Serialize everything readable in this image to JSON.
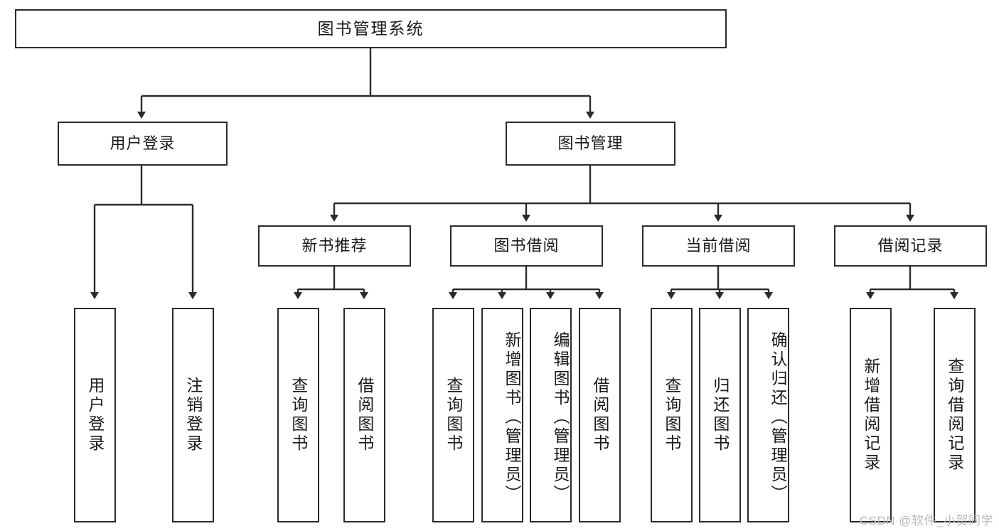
{
  "diagram": {
    "title": "图书管理系统",
    "watermark": "CSDN @软件_小贺同学",
    "colors": {
      "box_border": "#2b2b2b",
      "box_fill": "#ffffff",
      "edge": "#2b2b2b",
      "text": "#1a1a1a",
      "watermark": "#b9b9b9",
      "background": "#ffffff"
    },
    "root": {
      "label": "图书管理系统"
    },
    "level2": [
      {
        "label": "用户登录"
      },
      {
        "label": "图书管理"
      }
    ],
    "level3": [
      {
        "label": "新书推荐"
      },
      {
        "label": "图书借阅"
      },
      {
        "label": "当前借阅"
      },
      {
        "label": "借阅记录"
      }
    ],
    "leaves": {
      "user_login": [
        {
          "label": "用户登录"
        },
        {
          "label": "注销登录"
        }
      ],
      "new_book_recommend": [
        {
          "label": "查询图书"
        },
        {
          "label": "借阅图书"
        }
      ],
      "book_borrow": [
        {
          "label": "查询图书"
        },
        {
          "label": "新增图书（管理员）"
        },
        {
          "label": "编辑图书（管理员）"
        },
        {
          "label": "借阅图书"
        }
      ],
      "current_borrow": [
        {
          "label": "查询图书"
        },
        {
          "label": "归还图书"
        },
        {
          "label": "确认归还（管理员）"
        }
      ],
      "borrow_record": [
        {
          "label": "新增借阅记录"
        },
        {
          "label": "查询借阅记录"
        }
      ]
    }
  }
}
